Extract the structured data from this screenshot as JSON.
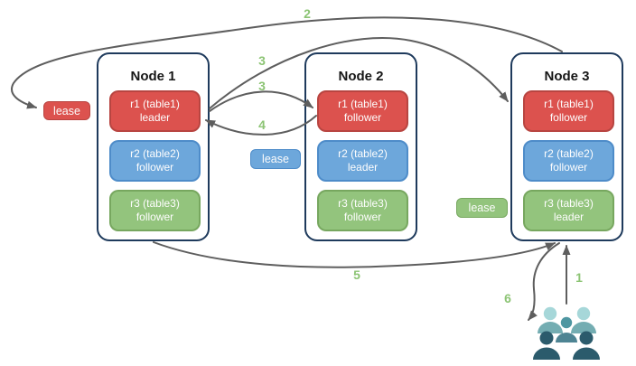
{
  "diagram": {
    "nodes": [
      {
        "title": "Node 1",
        "replicas": [
          {
            "name": "r1 (table1)",
            "role": "leader",
            "color": "red"
          },
          {
            "name": "r2 (table2)",
            "role": "follower",
            "color": "blue"
          },
          {
            "name": "r3 (table3)",
            "role": "follower",
            "color": "green"
          }
        ]
      },
      {
        "title": "Node 2",
        "replicas": [
          {
            "name": "r1 (table1)",
            "role": "follower",
            "color": "red"
          },
          {
            "name": "r2 (table2)",
            "role": "leader",
            "color": "blue"
          },
          {
            "name": "r3 (table3)",
            "role": "follower",
            "color": "green"
          }
        ]
      },
      {
        "title": "Node 3",
        "replicas": [
          {
            "name": "r1 (table1)",
            "role": "follower",
            "color": "red"
          },
          {
            "name": "r2 (table2)",
            "role": "follower",
            "color": "blue"
          },
          {
            "name": "r3 (table3)",
            "role": "leader",
            "color": "green"
          }
        ]
      }
    ],
    "leases": [
      {
        "label": "lease",
        "color": "red"
      },
      {
        "label": "lease",
        "color": "blue"
      },
      {
        "label": "lease",
        "color": "green"
      }
    ],
    "steps": [
      {
        "label": "1"
      },
      {
        "label": "2"
      },
      {
        "label": "3"
      },
      {
        "label": "3"
      },
      {
        "label": "4"
      },
      {
        "label": "5"
      },
      {
        "label": "6"
      }
    ],
    "colors": {
      "red_fill": "#DC524E",
      "red_border": "#B84541",
      "blue_fill": "#6DA7DB",
      "blue_border": "#4E8CC9",
      "green_fill": "#93C47D",
      "green_border": "#77A75F",
      "node_border": "#1E3A5C",
      "arrow": "#5E5E5E",
      "step_label": "#8CC474",
      "users_light": "#A6D7D9",
      "users_medium": "#74ADB2",
      "users_teal": "#4E96A1",
      "users_dark": "#2B5B6C"
    },
    "icons": {
      "users": "users-icon"
    }
  }
}
